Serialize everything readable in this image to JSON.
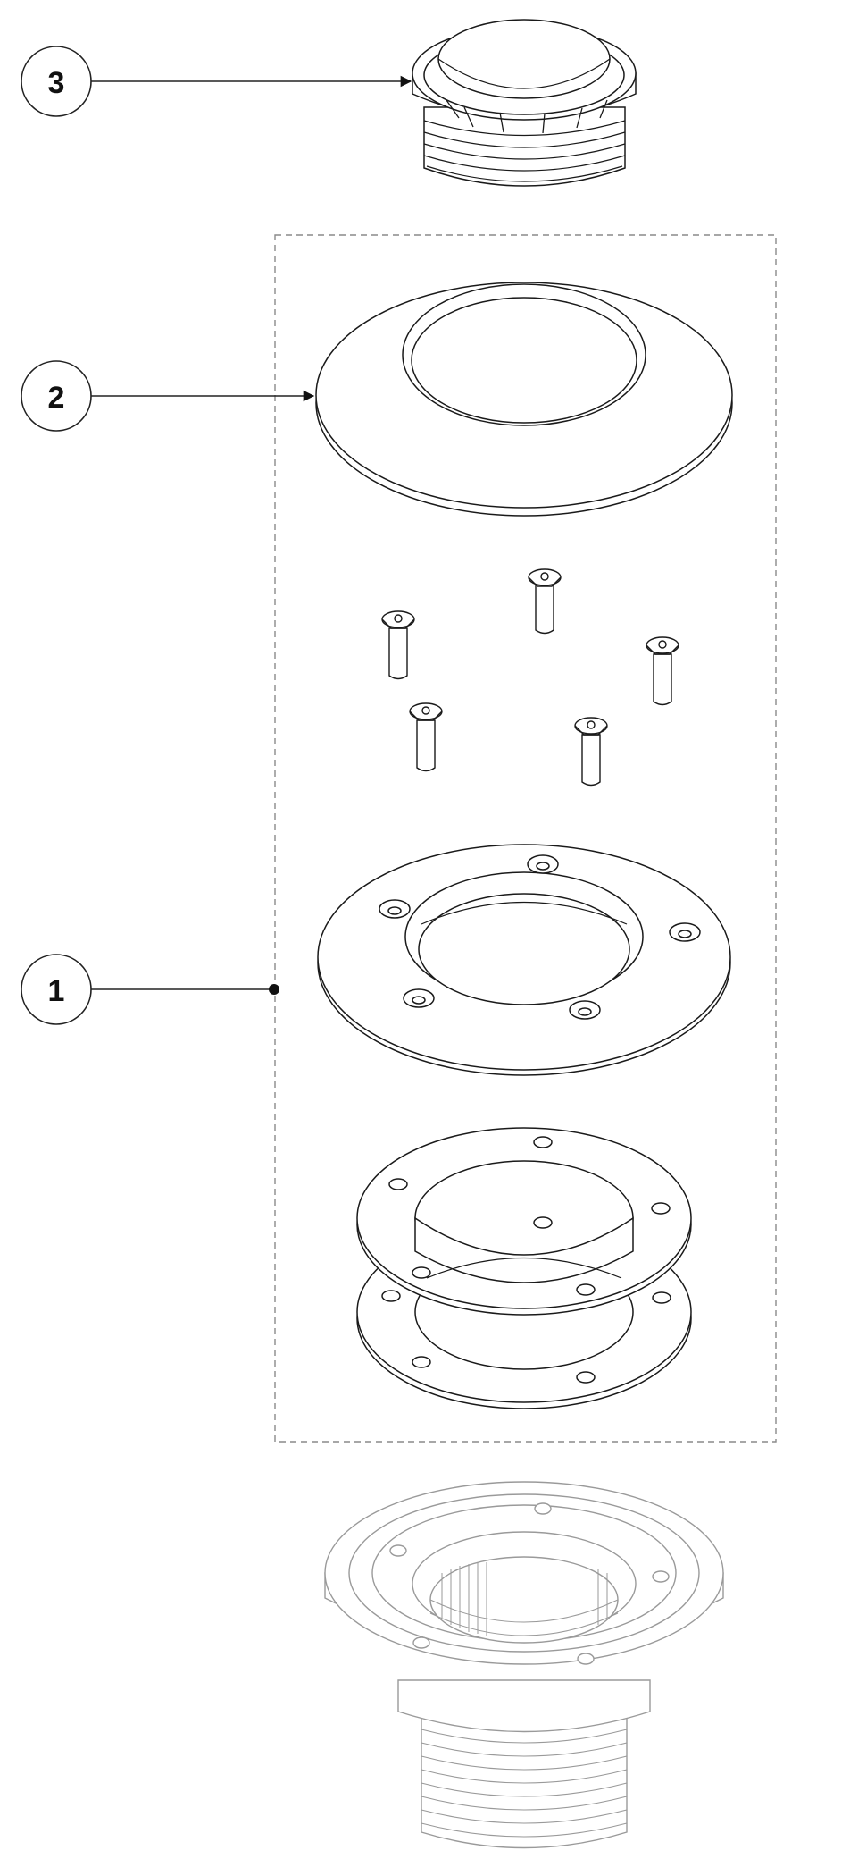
{
  "callouts": [
    {
      "number": "3",
      "target": "cap-insert"
    },
    {
      "number": "2",
      "target": "cover-ring"
    },
    {
      "number": "1",
      "target": "dashed-kit-group"
    }
  ],
  "colors": {
    "line": "#1a1a1a",
    "ghost_line": "#9a9a9a",
    "dashed_box": "#8a8a8a",
    "background": "#ffffff"
  }
}
